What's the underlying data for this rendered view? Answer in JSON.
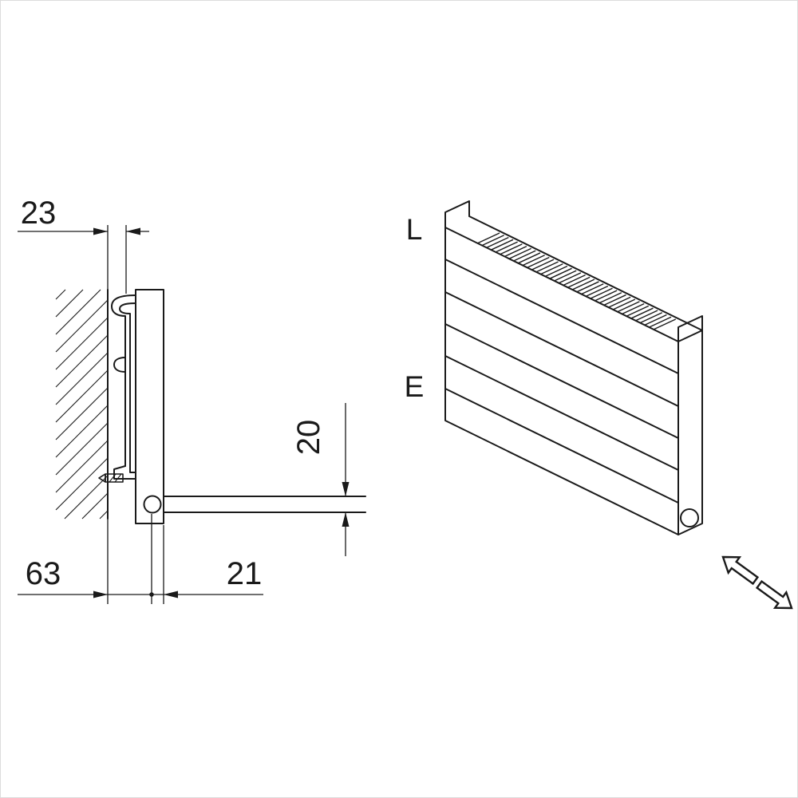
{
  "drawing": {
    "type": "radiator-installation-technical-drawing",
    "side_view": {
      "dim_wall_gap": "23",
      "dim_pipe_height": "20",
      "dim_wall_to_front": "63",
      "dim_pipe_offset": "21"
    },
    "iso_view": {
      "label_top": "L",
      "label_side": "E"
    },
    "icons": {
      "direction_arrows": "bidirectional-connection-arrows"
    },
    "colors": {
      "line": "#1a1a1a",
      "background": "#ffffff"
    }
  }
}
